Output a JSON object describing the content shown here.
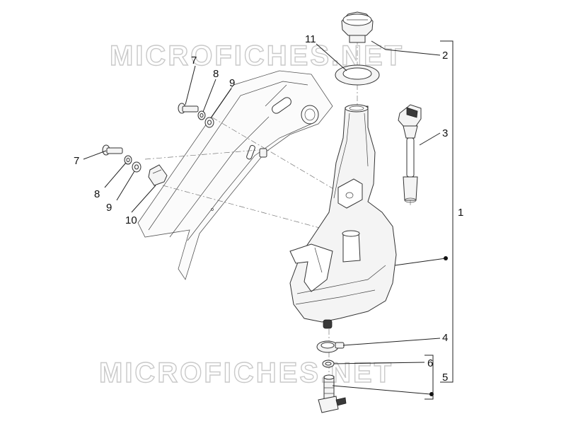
{
  "watermark": {
    "text": "MICROFICHES.NET",
    "color": "#c9c9c9"
  },
  "callouts": {
    "c1": "1",
    "c2": "2",
    "c3": "3",
    "c4": "4",
    "c5": "5",
    "c6": "6",
    "c7a": "7",
    "c7b": "7",
    "c8a": "8",
    "c8b": "8",
    "c9a": "9",
    "c9b": "9",
    "c10": "10",
    "c11": "11"
  },
  "parts": {
    "fuel_cap": "fuel-cap",
    "cap_gasket": "cap-gasket",
    "level_sensor": "fuel-level-sender",
    "tank": "fuel-tank",
    "hose_clamp": "hose-clamp",
    "washer_6": "sealing-washer",
    "fuel_tap": "fuel-tap",
    "bolt": "bolt",
    "washer": "washer",
    "clip_nut": "clip-nut",
    "frame": "frame-section"
  }
}
